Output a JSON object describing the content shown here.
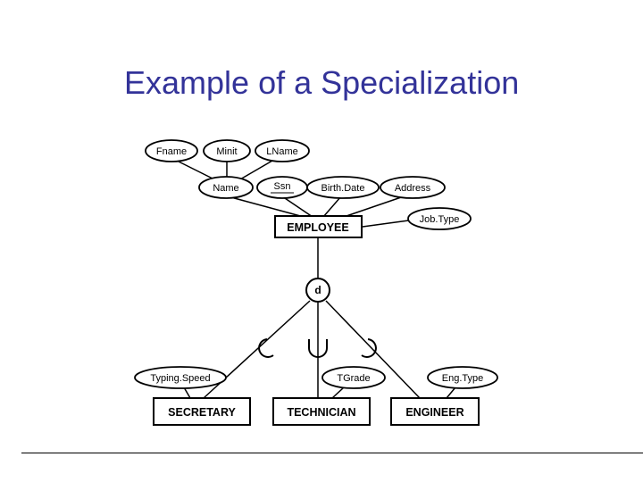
{
  "slide": {
    "title": "Example of a Specialization"
  },
  "diagram": {
    "attributes": {
      "fname": "Fname",
      "minit": "Minit",
      "lname": "LName",
      "name": "Name",
      "ssn": "Ssn",
      "birthdate": "Birth.Date",
      "address": "Address",
      "jobtype": "Job.Type",
      "typingspeed": "Typing.Speed",
      "tgrade": "TGrade",
      "engtype": "Eng.Type"
    },
    "entities": {
      "employee": "EMPLOYEE",
      "secretary": "SECRETARY",
      "technician": "TECHNICIAN",
      "engineer": "ENGINEER"
    },
    "specialization_constraint": "d"
  }
}
